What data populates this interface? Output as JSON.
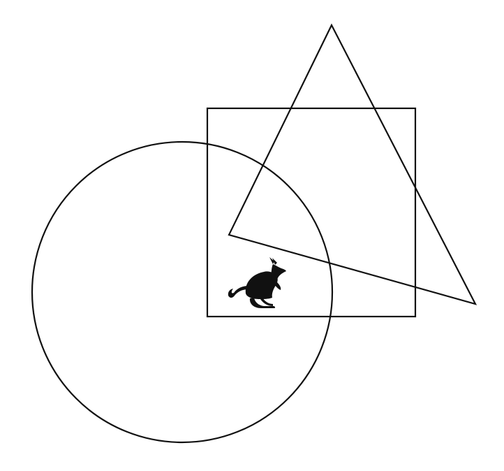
{
  "diagram": {
    "background": "#ffffff",
    "stroke_color": "#111111",
    "fill_color": "#111111",
    "shapes": [
      {
        "kind": "circle",
        "name": "circle"
      },
      {
        "kind": "square",
        "name": "square"
      },
      {
        "kind": "triangle",
        "name": "triangle"
      }
    ],
    "icon": "kangaroo-icon"
  }
}
